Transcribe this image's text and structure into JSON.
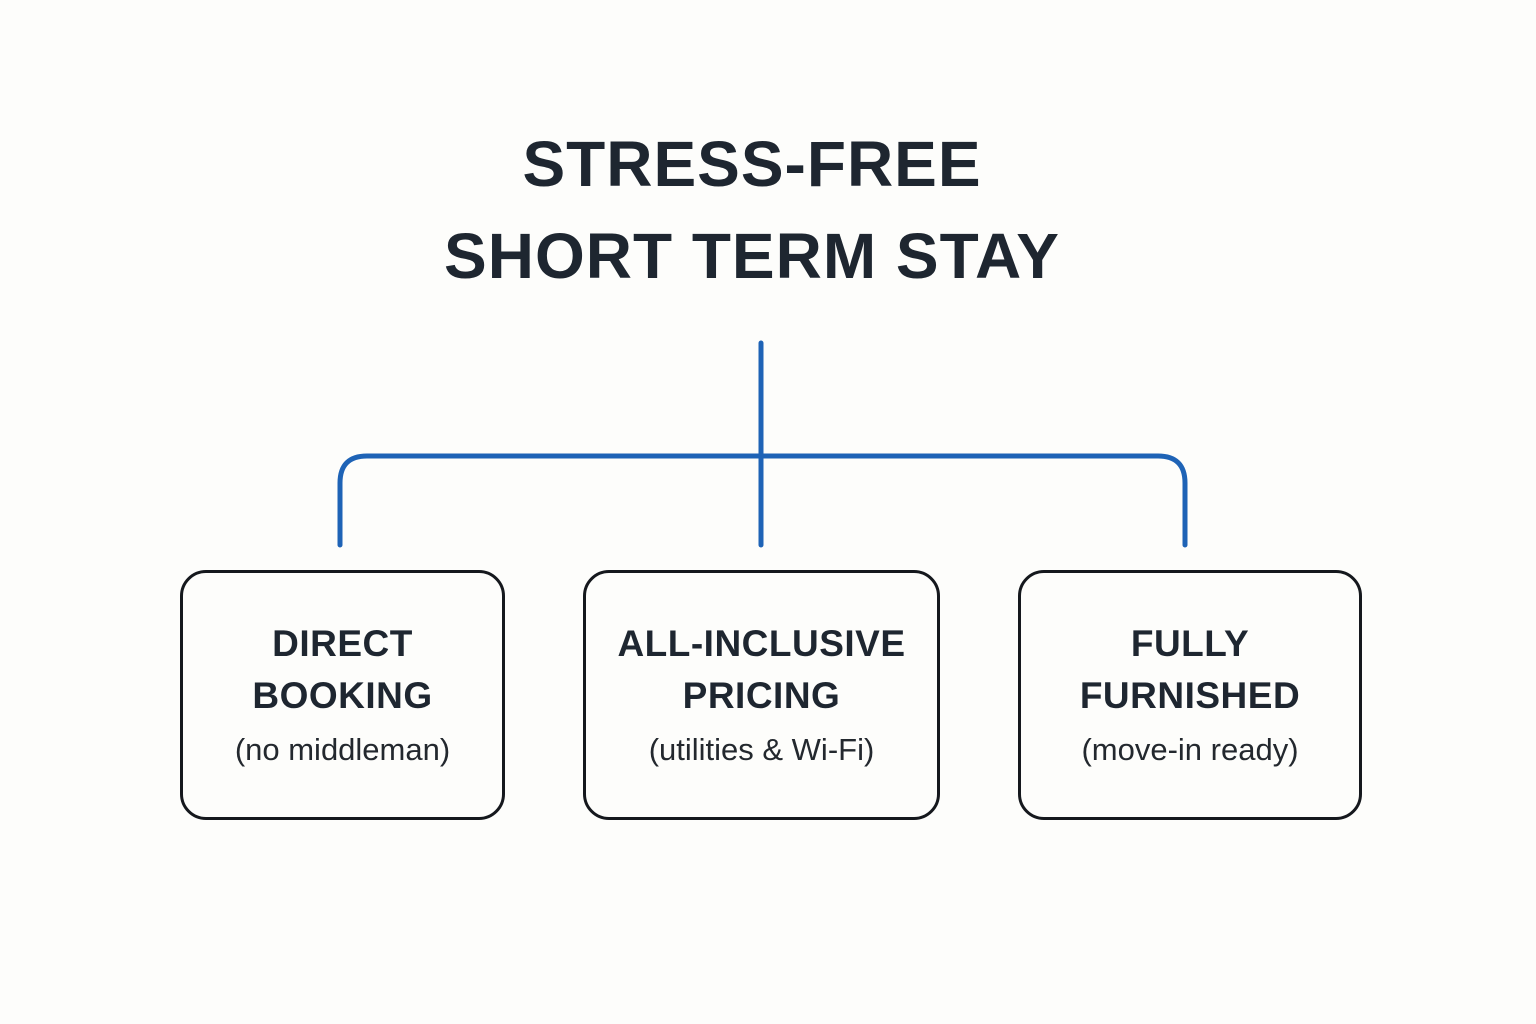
{
  "title": {
    "text": "STRESS-FREE\nSHORT TERM STAY"
  },
  "boxes": [
    {
      "heading": "DIRECT\nBOOKING",
      "sub": "(no middleman)"
    },
    {
      "heading": "ALL-INCLUSIVE\nPRICING",
      "sub": "(utilities & Wi-Fi)"
    },
    {
      "heading": "FULLY\nFURNISHED",
      "sub": "(move-in ready)"
    }
  ],
  "colors": {
    "background": "#fdfdfb",
    "text_dark": "#1e2630",
    "box_border": "#15181d",
    "connector_blue": "#1e63b6"
  }
}
